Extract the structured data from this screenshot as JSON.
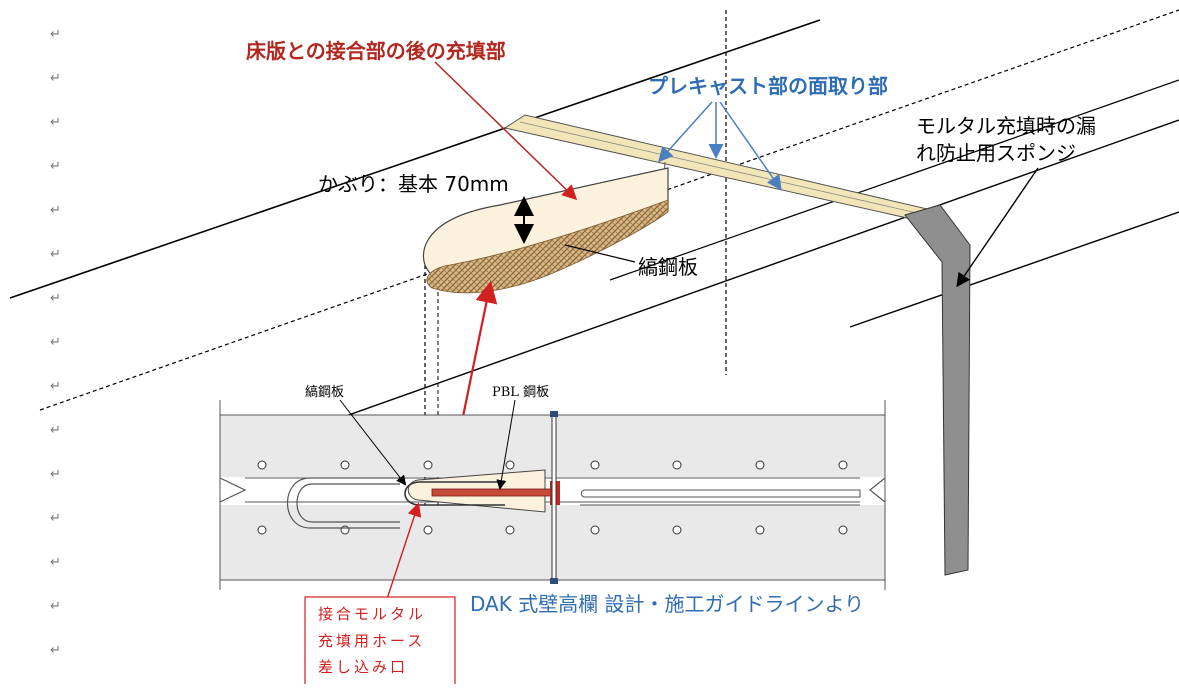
{
  "paragraph_mark": "↵",
  "paragraph_count": 15,
  "labels": {
    "filling_after_joint": "床版との接合部の後の充填部",
    "chamfer": "プレキャスト部の面取り部",
    "sponge_line1": "モルタル充填時の漏",
    "sponge_line2": "れ防止用スポンジ",
    "cover": "かぶり：基本 70mm",
    "expanded_metal": "縞鋼板",
    "source": "DAK 式壁高欄 設計・施工ガイドラインより",
    "lower_expanded_metal": "縞鋼板",
    "pbl_plate": "PBL 鋼板",
    "hose_line1": "接合モルタル",
    "hose_line2": "充填用ホース",
    "hose_line3": "差し込み口"
  },
  "colors": {
    "red_text": "#b3261e",
    "blue_text": "#2e6db4",
    "cream": "#fbf1dc",
    "slab_grey": "#e9e9e9",
    "dark_grey": "#8a8a8a",
    "hatch": "#b8925a",
    "red_arrow": "#d21f1f",
    "blue_arrow": "#4a7fc1"
  }
}
